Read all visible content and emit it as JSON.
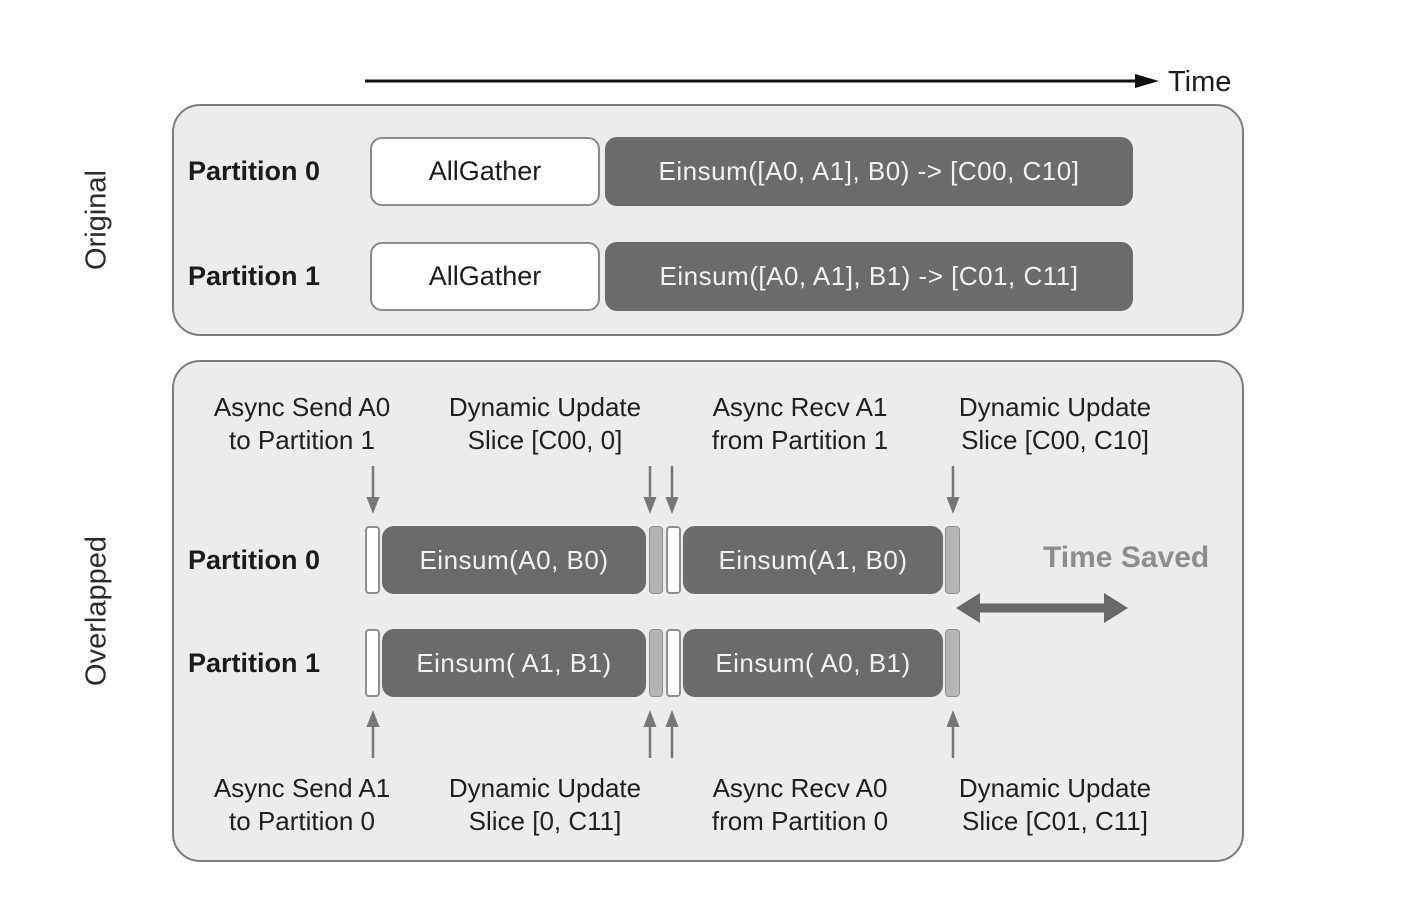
{
  "time_axis": {
    "label": "Time"
  },
  "original": {
    "section_label": "Original",
    "rows": [
      {
        "partition": "Partition 0",
        "allgather": "AllGather",
        "einsum": "Einsum([A0, A1], B0) -> [C00, C10]"
      },
      {
        "partition": "Partition 1",
        "allgather": "AllGather",
        "einsum": "Einsum([A0, A1], B1) -> [C01, C11]"
      }
    ]
  },
  "overlapped": {
    "section_label": "Overlapped",
    "top_labels": [
      {
        "line1": "Async Send A0",
        "line2": "to Partition 1"
      },
      {
        "line1": "Dynamic Update",
        "line2": "Slice [C00, 0]"
      },
      {
        "line1": "Async Recv A1",
        "line2": "from Partition 1"
      },
      {
        "line1": "Dynamic Update",
        "line2": "Slice [C00, C10]"
      }
    ],
    "rows": [
      {
        "partition": "Partition 0",
        "einsum1": "Einsum(A0, B0)",
        "einsum2": "Einsum(A1, B0)"
      },
      {
        "partition": "Partition 1",
        "einsum1": "Einsum( A1, B1)",
        "einsum2": "Einsum( A0, B1)"
      }
    ],
    "bottom_labels": [
      {
        "line1": "Async Send A1",
        "line2": "to Partition 0"
      },
      {
        "line1": "Dynamic Update",
        "line2": "Slice [0, C11]"
      },
      {
        "line1": "Async Recv A0",
        "line2": "from Partition 0"
      },
      {
        "line1": "Dynamic Update",
        "line2": "Slice [C01, C11]"
      }
    ],
    "time_saved_label": "Time Saved"
  },
  "colors": {
    "panel_background": "#ececec",
    "panel_border": "#7d7d7d",
    "dark_box": "#6b6b6b",
    "gray_sliver": "#b6b6b6",
    "annotation_arrow": "#777777",
    "time_saved_text": "#8d8d8d",
    "time_saved_arrow": "#696969"
  }
}
